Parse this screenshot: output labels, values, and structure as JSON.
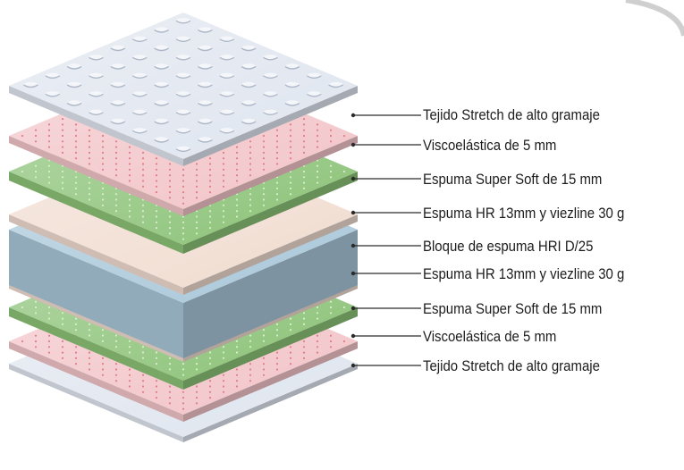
{
  "colors": {
    "fabric": "#dfe5ef",
    "memory_foam": "#f2c4c8",
    "super_soft": "#8bc277",
    "hr_foam": "#f1dcd0",
    "core_block": "#a9c7d9",
    "leader_line": "#2a2a2a"
  },
  "layers": [
    {
      "label": "Tejido Stretch de alto gramaje"
    },
    {
      "label": "Viscoelástica de 5 mm"
    },
    {
      "label": "Espuma Super Soft de 15 mm"
    },
    {
      "label": "Espuma HR 13mm y viezline 30 g"
    },
    {
      "label": "Bloque de espuma HRI D/25"
    },
    {
      "label": "Espuma HR 13mm y viezline 30 g"
    },
    {
      "label": "Espuma Super Soft de 15 mm"
    },
    {
      "label": "Viscoelástica de 5 mm"
    },
    {
      "label": "Tejido Stretch de alto gramaje"
    }
  ]
}
